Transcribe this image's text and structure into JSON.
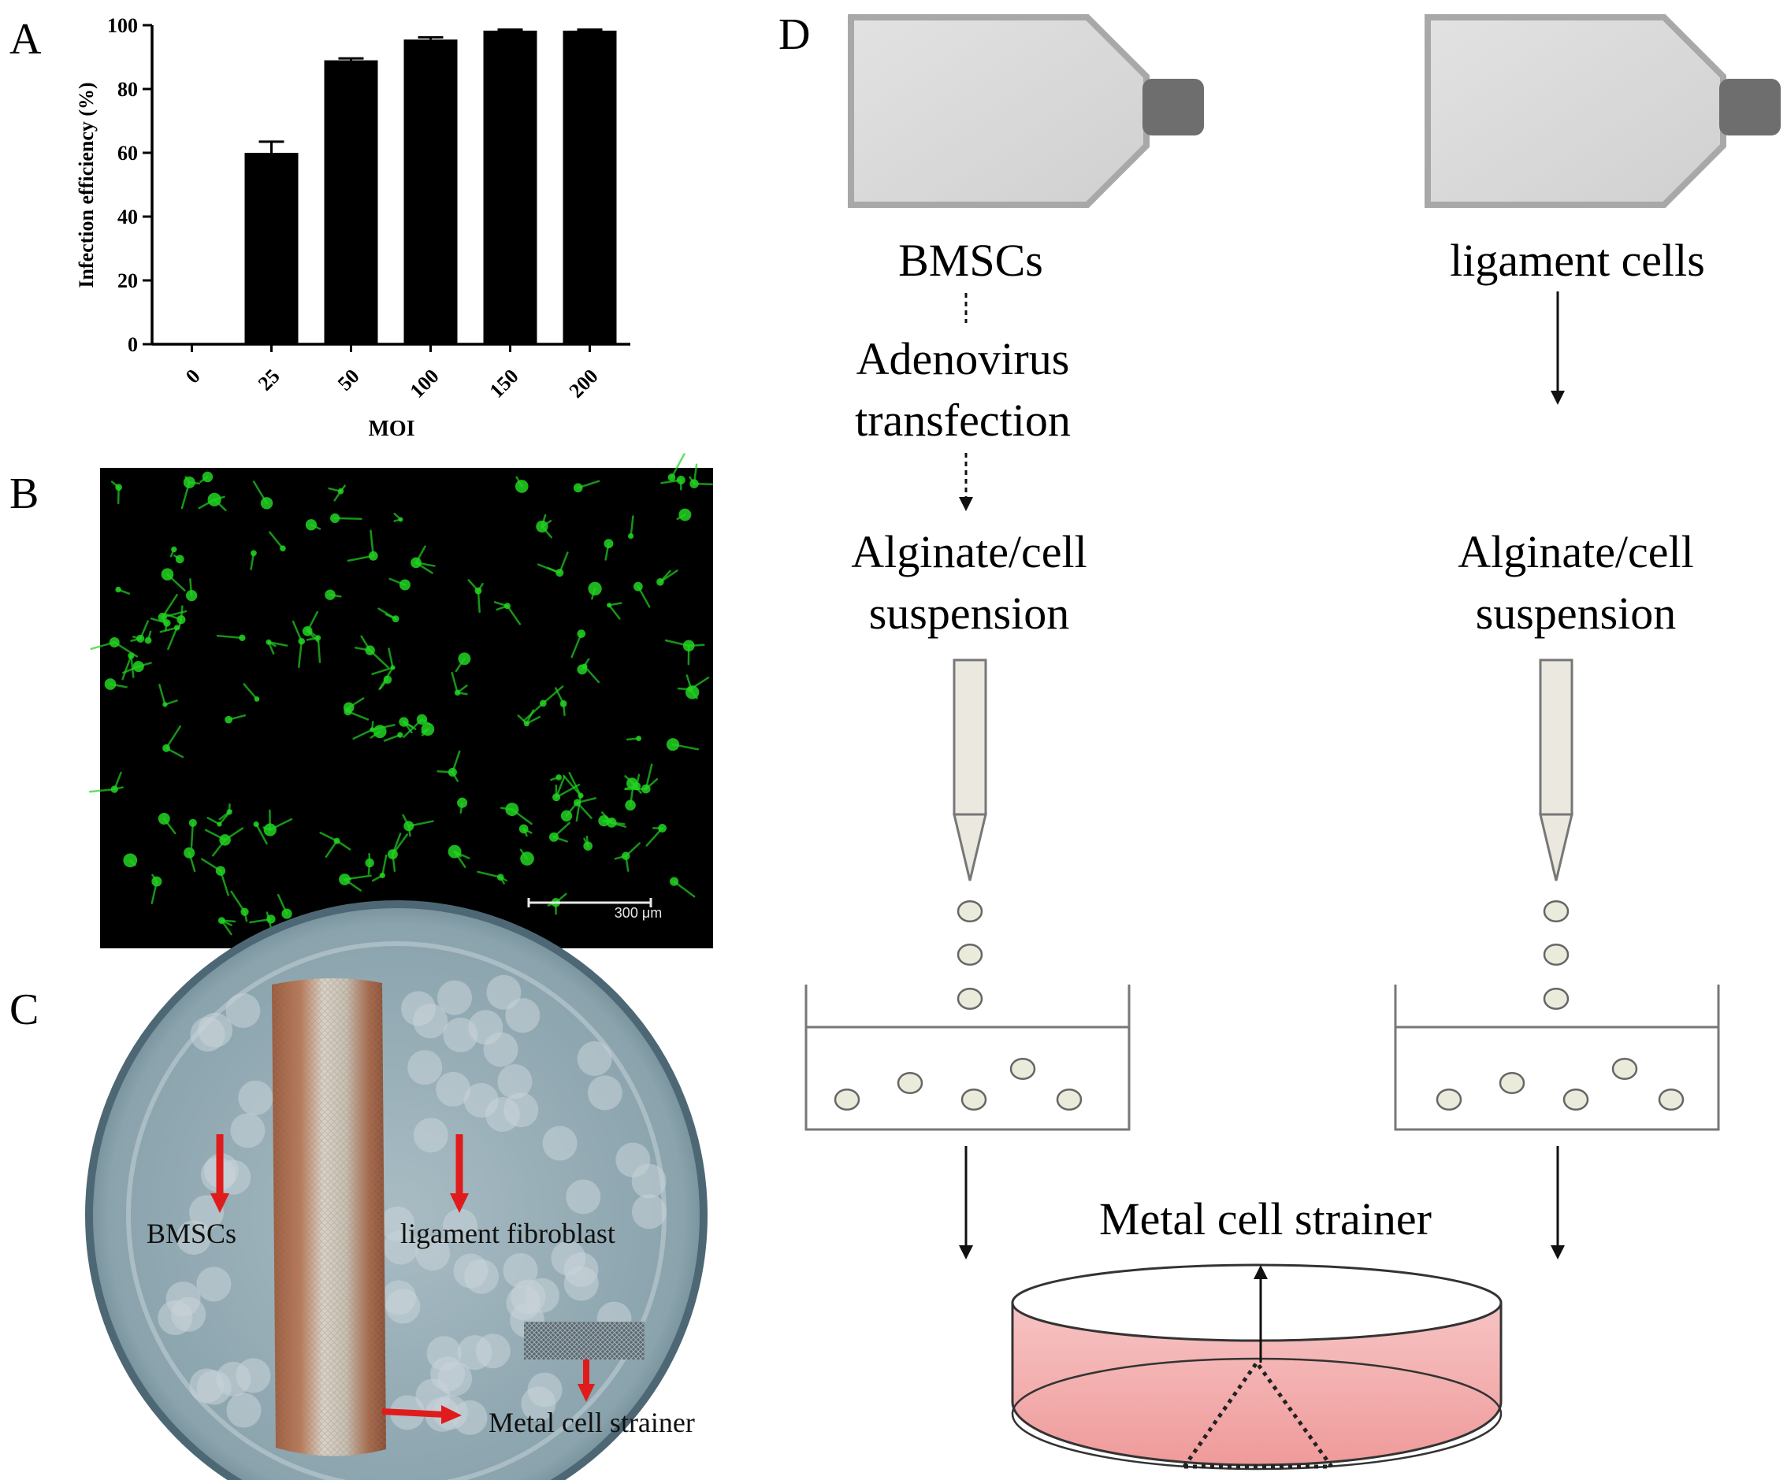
{
  "panels": {
    "a": "A",
    "b": "B",
    "c": "C",
    "d": "D"
  },
  "chart_data": {
    "type": "bar",
    "categories": [
      "0",
      "25",
      "50",
      "100",
      "150",
      "200"
    ],
    "values": [
      0,
      60,
      89,
      95.5,
      98.3,
      98.3
    ],
    "errors": [
      0,
      3.5,
      0.6,
      0.7,
      0.3,
      0.3
    ],
    "ylabel": "Infection efficiency (%)",
    "xlabel": "MOI",
    "ylim": [
      0,
      100
    ],
    "yticks": [
      "0",
      "20",
      "40",
      "60",
      "80",
      "100"
    ],
    "bar_color": "#000000"
  },
  "micrograph": {
    "scale_bar": "300 μm",
    "cell_color": "#22d422"
  },
  "photo": {
    "label_bmsc": "BMSCs",
    "label_ligament": "ligament fibroblast",
    "label_strainer": "Metal cell strainer",
    "arrow_color": "#e01b1b"
  },
  "diagram": {
    "left_cells": "BMSCs",
    "right_cells": "ligament cells",
    "transfection_1": "Adenovirus",
    "transfection_2": "transfection",
    "suspension_1": "Alginate/cell",
    "suspension_2": "suspension",
    "strainer": "Metal cell strainer",
    "dish_color": "#f2a5a5",
    "bead_color": "#ebebdc"
  }
}
